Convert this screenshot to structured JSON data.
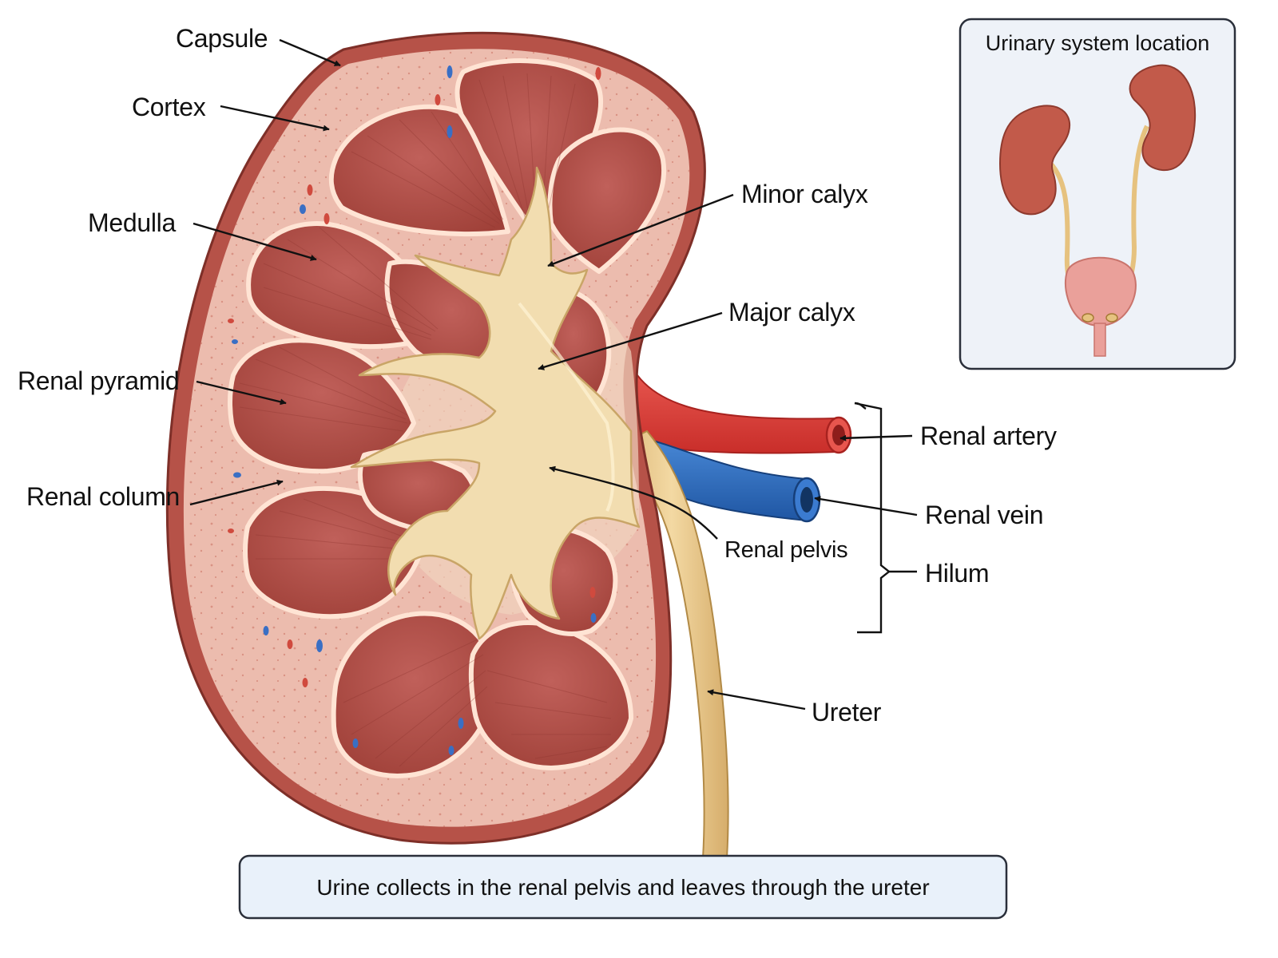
{
  "labels": {
    "capsule": "Capsule",
    "cortex": "Cortex",
    "medulla": "Medulla",
    "renal_pyramid": "Renal pyramid",
    "renal_column": "Renal column",
    "minor_calyx": "Minor calyx",
    "major_calyx": "Major calyx",
    "renal_pelvis": "Renal pelvis",
    "renal_artery": "Renal artery",
    "renal_vein": "Renal vein",
    "hilum": "Hilum",
    "ureter": "Ureter"
  },
  "inset": {
    "title": "Urinary system location"
  },
  "caption": {
    "text": "Urine collects in the renal pelvis and leaves through the ureter"
  },
  "colors": {
    "capsule": "#b65248",
    "cortex": "#ecbcae",
    "pyramid": "#b5524a",
    "pelvis": "#f2ddb0",
    "artery": "#e0403a",
    "vein": "#2f6fc0",
    "ureter": "#e9c98c",
    "inset_kidney": "#c25a4a",
    "bladder": "#eaa09a"
  }
}
